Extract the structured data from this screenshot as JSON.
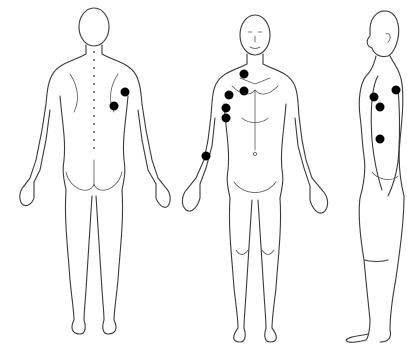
{
  "diagram": {
    "figures": [
      {
        "view": "posterior"
      },
      {
        "view": "anterior"
      },
      {
        "view": "lateral"
      }
    ],
    "marker_color": "#000000",
    "outline_color": "#3a3a3a"
  }
}
